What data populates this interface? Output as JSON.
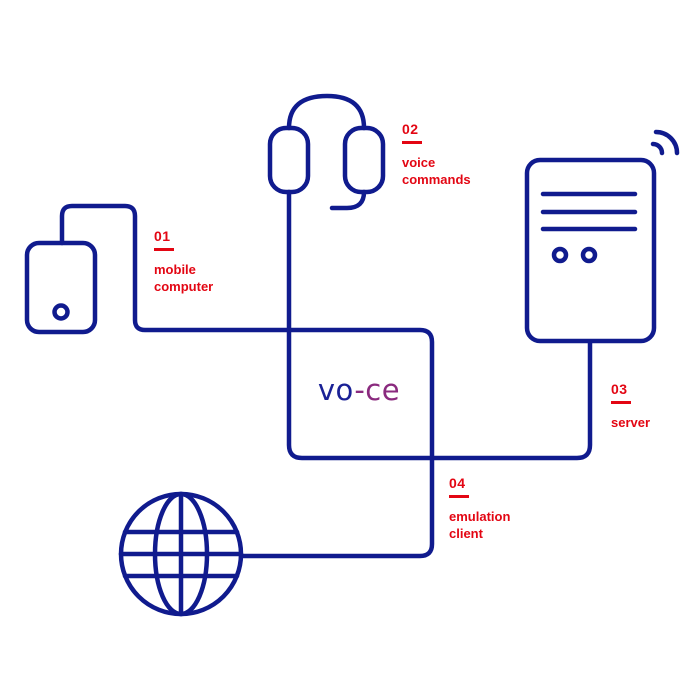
{
  "logo": {
    "part1": "vo",
    "part2": "-ce"
  },
  "labels": [
    {
      "number": "01",
      "lines": [
        "mobile",
        "computer"
      ]
    },
    {
      "number": "02",
      "lines": [
        "voice",
        "commands"
      ]
    },
    {
      "number": "03",
      "lines": [
        "server"
      ]
    },
    {
      "number": "04",
      "lines": [
        "emulation",
        "client"
      ]
    }
  ],
  "colors": {
    "line": "#101b8e",
    "accent": "#e30613",
    "logo_primary": "#1a2196",
    "logo_secondary": "#8a2a7e"
  },
  "icons": [
    "mobile-computer-icon",
    "headset-icon",
    "server-icon",
    "wifi-signal-icon",
    "globe-icon"
  ]
}
